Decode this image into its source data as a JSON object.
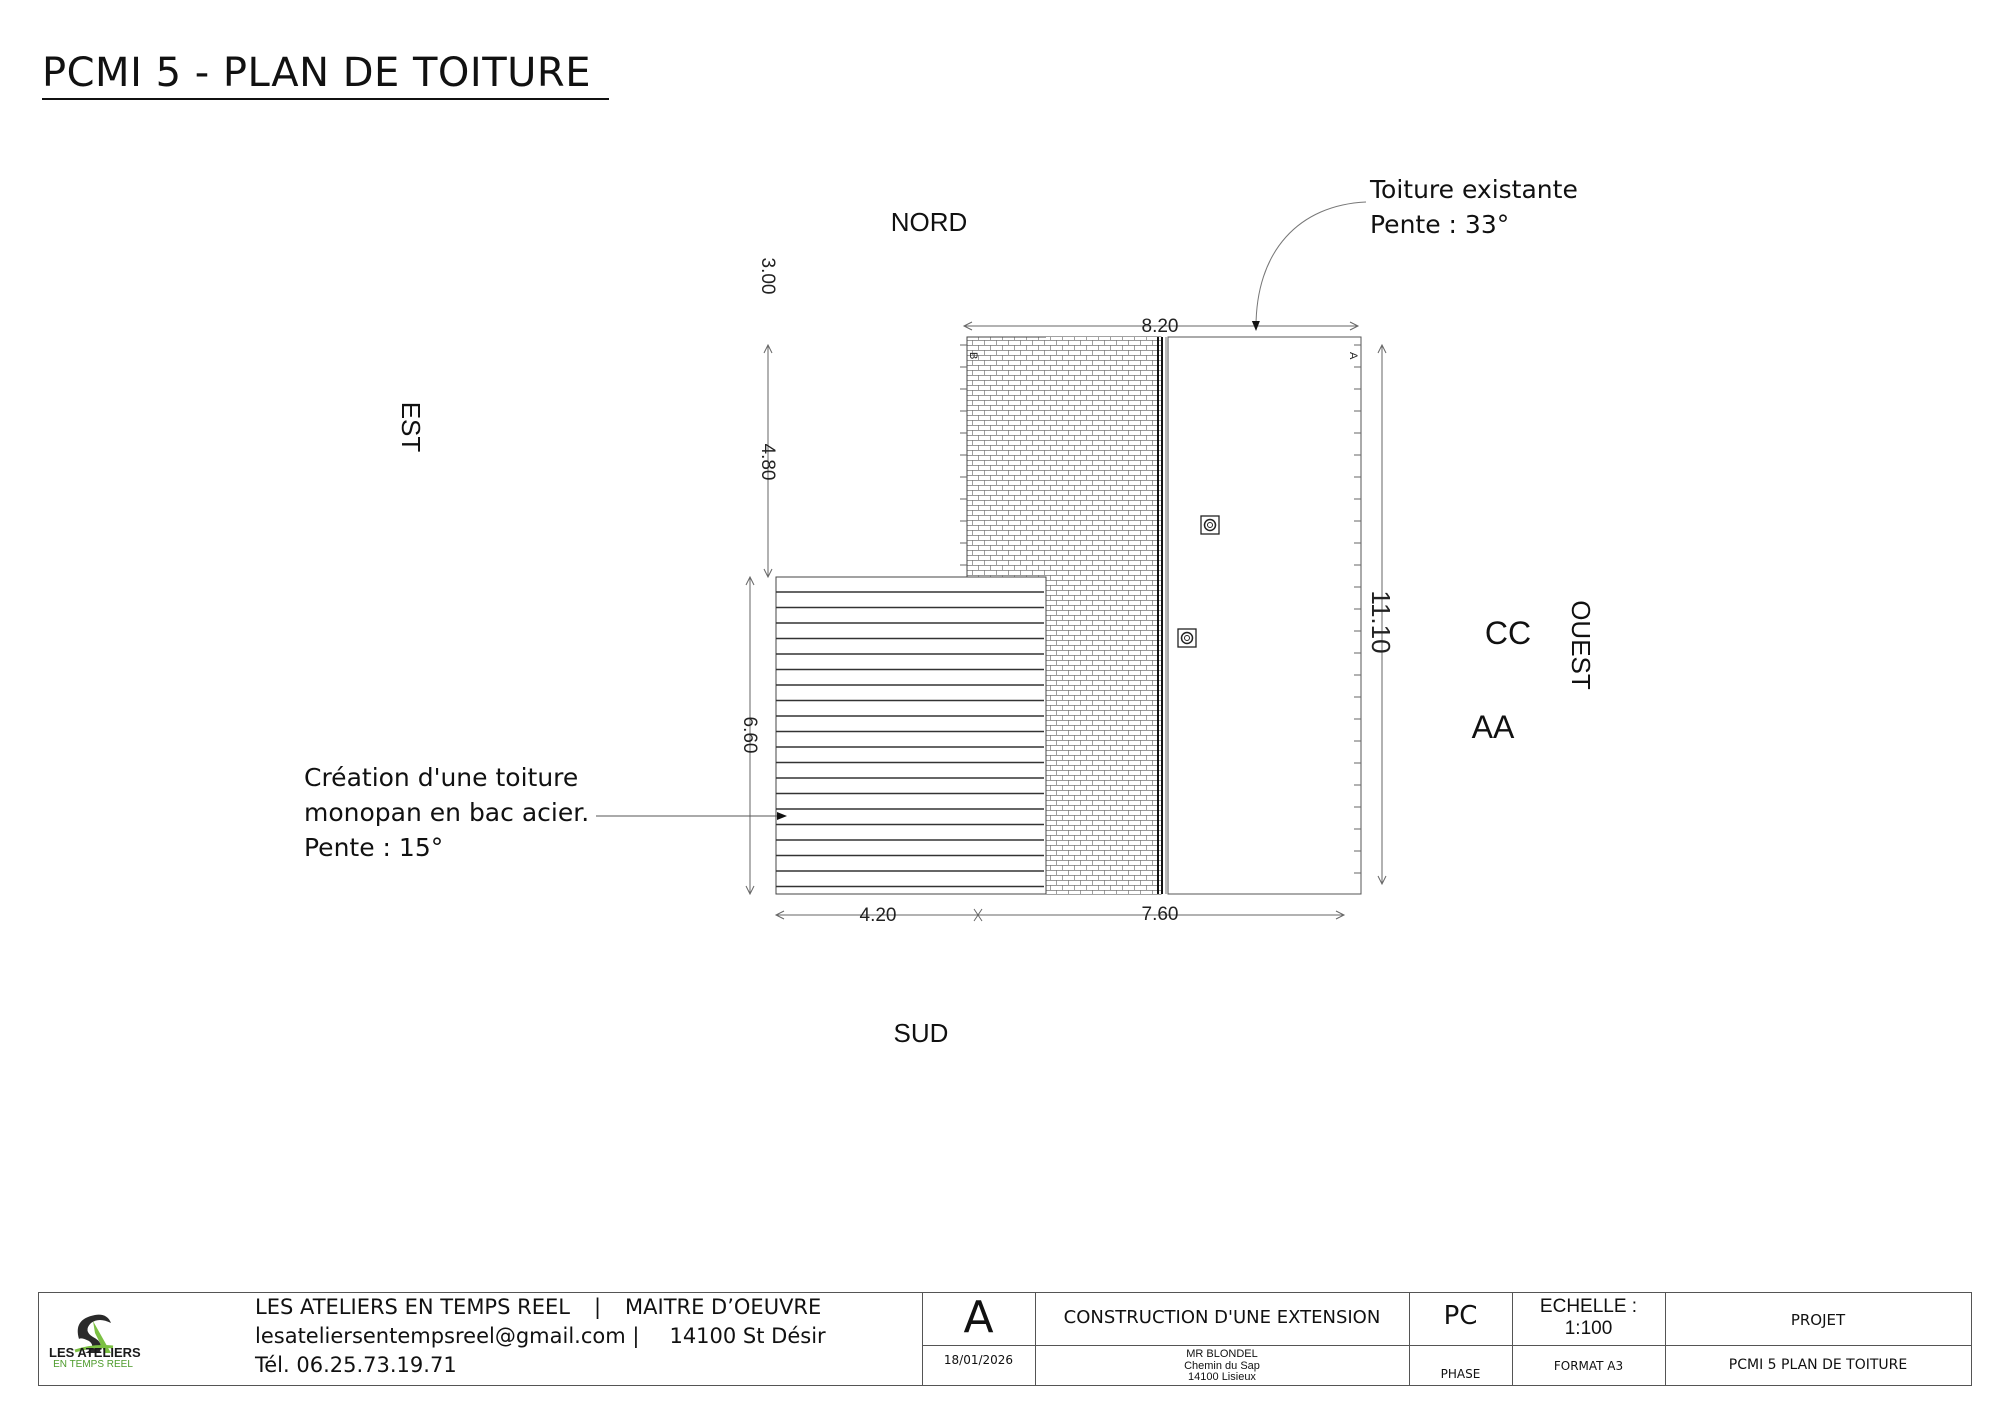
{
  "title": "PCMI 5 - PLAN DE TOITURE",
  "orientation": {
    "north": "NORD",
    "south": "SUD",
    "east": "EST",
    "west": "OUEST"
  },
  "sections": {
    "cc": "CC",
    "aa": "AA"
  },
  "section_markers": {
    "a": "A",
    "b": "B"
  },
  "dimensions": {
    "top_width": "8.20",
    "height_total": "11.10",
    "bottom_left": "4.20",
    "bottom_right": "7.60",
    "left_upper": "4.80",
    "left_top": "3.00",
    "left_lower": "6.60"
  },
  "notes": {
    "existing_line1": "Toiture existante",
    "existing_line2": "Pente : 33°",
    "new_line1": "Création d'une toiture",
    "new_line2": "monopan en bac acier.",
    "new_line3": "Pente : 15°"
  },
  "title_block": {
    "logo_line1": "LES ATELIERS",
    "logo_line2": "EN TEMPS REEL",
    "company": "LES ATELIERS EN TEMPS REEL",
    "role": "MAITRE D’OEUVRE",
    "email": "lesateliersentempsreel@gmail.com |",
    "city": "14100 St Désir",
    "phone": "Tél. 06.25.73.19.71",
    "index": "A",
    "date": "18/01/2026",
    "project_title": "CONSTRUCTION D'UNE EXTENSION",
    "client_name": "MR BLONDEL",
    "client_street": "Chemin du Sap",
    "client_city": "14100 Lisieux",
    "phase_code": "PC",
    "phase_label": "PHASE",
    "scale_label": "ECHELLE :",
    "scale_value": "1:100",
    "format": "FORMAT A3",
    "project_label": "PROJET",
    "sheet_name": "PCMI 5 PLAN DE TOITURE"
  }
}
